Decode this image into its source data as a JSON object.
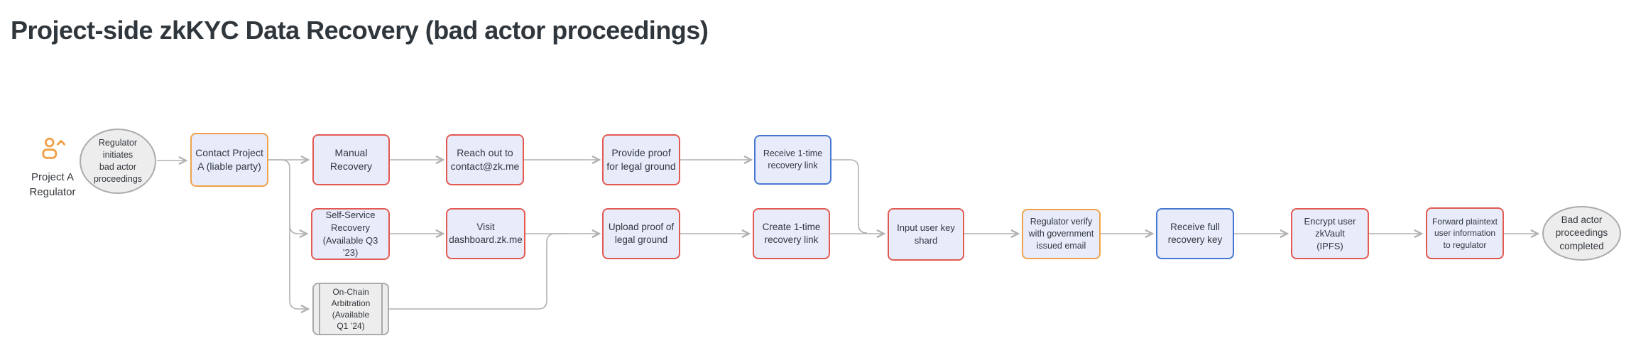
{
  "title": "Project-side zkKYC Data Recovery (bad actor proceedings)",
  "colors": {
    "red": "#E25A52",
    "blue": "#4678D2",
    "orange": "#F0A24A",
    "gray_border": "#ABABAB",
    "node_fill": "#E7EBFA",
    "gray_fill": "#EDEDED",
    "line": "#B1B1B1",
    "text": "#33383E",
    "title_text": "#2F363C",
    "actor_icon": "#F0A24A"
  },
  "diagram": {
    "type": "flowchart",
    "actor": {
      "label": "Project A\nRegulator",
      "icon": "person-with-caret-icon"
    },
    "nodes": {
      "start": {
        "label": "Regulator\ninitiates\nbad actor\nproceedings",
        "shape": "ellipse",
        "style": "gray"
      },
      "contact": {
        "label": "Contact Project\nA (liable party)",
        "shape": "rect",
        "style": "orange"
      },
      "manual": {
        "label": "Manual\nRecovery",
        "shape": "rect",
        "style": "red"
      },
      "reach": {
        "label": "Reach out to\ncontact@zk.me",
        "shape": "rect",
        "style": "red"
      },
      "provide": {
        "label": "Provide proof\nfor legal ground",
        "shape": "rect",
        "style": "red"
      },
      "receive1": {
        "label": "Receive 1-time\nrecovery link",
        "shape": "rect",
        "style": "blue"
      },
      "self": {
        "label": "Self-Service\nRecovery\n(Available Q3 ’23)",
        "shape": "rect",
        "style": "red"
      },
      "visit": {
        "label": "Visit\ndashboard.zk.me",
        "shape": "rect",
        "style": "red"
      },
      "upload": {
        "label": "Upload proof of\nlegal ground",
        "shape": "rect",
        "style": "red"
      },
      "create1": {
        "label": "Create 1-time\nrecovery link",
        "shape": "rect",
        "style": "red"
      },
      "onchain": {
        "label": "On-Chain\nArbitration\n(Available\nQ1 ’24)",
        "shape": "subroutine",
        "style": "gray"
      },
      "input": {
        "label": "Input user key\nshard",
        "shape": "rect",
        "style": "red"
      },
      "verify": {
        "label": "Regulator verify\nwith government\nissued email",
        "shape": "rect",
        "style": "orange"
      },
      "receivefull": {
        "label": "Receive full\nrecovery key",
        "shape": "rect",
        "style": "blue"
      },
      "encrypt": {
        "label": "Encrypt user\nzkVault\n(IPFS)",
        "shape": "rect",
        "style": "red"
      },
      "forward": {
        "label": "Forward plaintext\nuser information\nto regulator",
        "shape": "rect",
        "style": "red"
      },
      "end": {
        "label": "Bad actor\nproceedings\ncompleted",
        "shape": "ellipse",
        "style": "gray"
      }
    },
    "edges": [
      {
        "from": "start",
        "to": "contact"
      },
      {
        "from": "contact",
        "to": "manual"
      },
      {
        "from": "contact",
        "to": "self"
      },
      {
        "from": "contact",
        "to": "onchain"
      },
      {
        "from": "manual",
        "to": "reach"
      },
      {
        "from": "reach",
        "to": "provide"
      },
      {
        "from": "provide",
        "to": "receive1"
      },
      {
        "from": "receive1",
        "to": "input"
      },
      {
        "from": "self",
        "to": "visit"
      },
      {
        "from": "visit",
        "to": "upload"
      },
      {
        "from": "onchain",
        "to": "upload"
      },
      {
        "from": "upload",
        "to": "create1"
      },
      {
        "from": "create1",
        "to": "input"
      },
      {
        "from": "input",
        "to": "verify"
      },
      {
        "from": "verify",
        "to": "receivefull"
      },
      {
        "from": "receivefull",
        "to": "encrypt"
      },
      {
        "from": "encrypt",
        "to": "forward"
      },
      {
        "from": "forward",
        "to": "end"
      }
    ]
  }
}
